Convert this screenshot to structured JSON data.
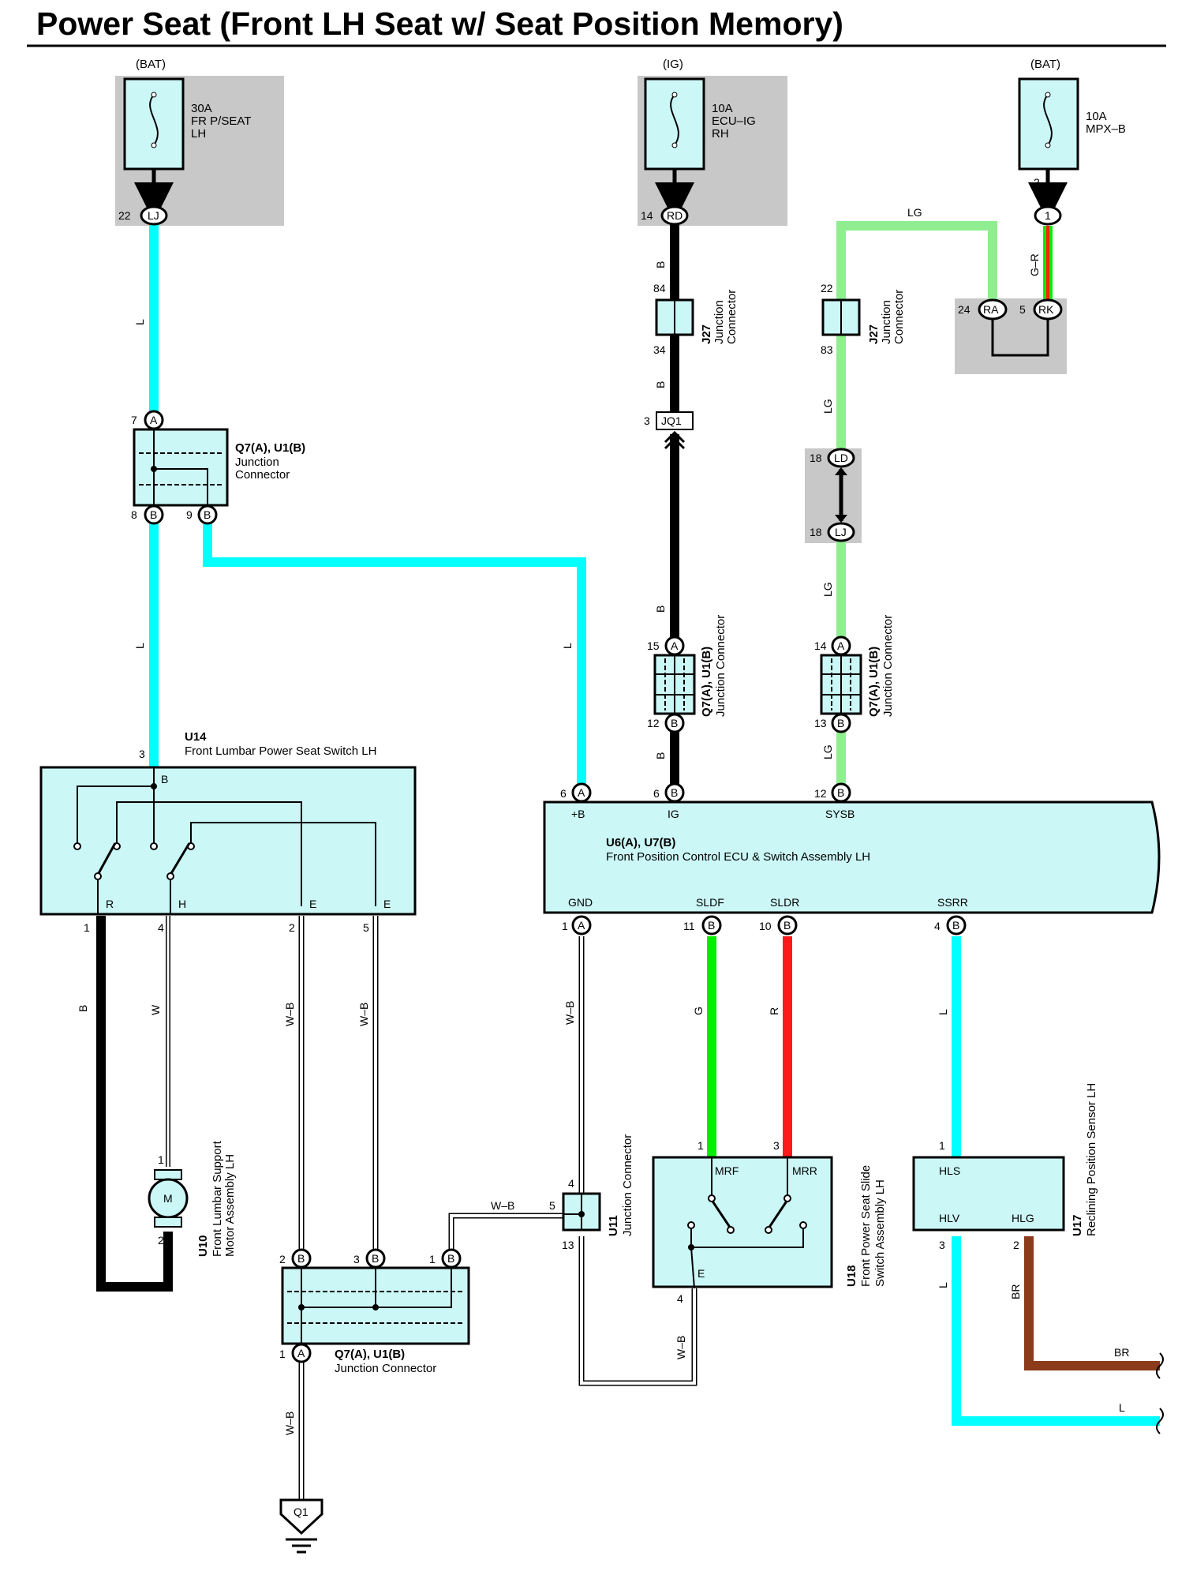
{
  "title": "Power Seat (Front LH Seat w/ Seat Position Memory)",
  "colors": {
    "L": "#00ffff",
    "B": "#000000",
    "LG": "#90ee90",
    "G": "#00ee00",
    "R": "#ff1a1a",
    "BR": "#8b3a1a",
    "GR_stripe": "#ff2200",
    "box_fill": "#ccf7f7",
    "fuse_bg": "#c8c8c8"
  },
  "fuses": [
    {
      "supply": "(BAT)",
      "rating": "30A",
      "name1": "FR P/SEAT",
      "name2": "LH",
      "pin": "22",
      "conn": "LJ"
    },
    {
      "supply": "(IG)",
      "rating": "10A",
      "name1": "ECU–IG",
      "name2": "RH",
      "pin": "14",
      "conn": "RD"
    },
    {
      "supply": "(BAT)",
      "rating": "10A",
      "name1": "MPX–B",
      "name2": "",
      "pin_top": "2",
      "conn": "1"
    }
  ],
  "wires": {
    "L": "L",
    "B": "B",
    "LG": "LG",
    "GR": "G–R",
    "W": "W",
    "WB": "W–B",
    "G": "G",
    "R": "R",
    "BR": "BR"
  },
  "jb_ra_rk": {
    "ra": "RA",
    "rk": "RK",
    "pin_ra": "24",
    "pin_rk": "5"
  },
  "j27": {
    "id": "J27",
    "desc1": "Junction",
    "desc2": "Connector",
    "pins_left": [
      "84",
      "34"
    ],
    "pins_right": [
      "22",
      "83"
    ]
  },
  "jq1": {
    "pin": "3",
    "label": "JQ1"
  },
  "ld_lj": {
    "ld": "LD",
    "lj": "LJ",
    "pin": "18"
  },
  "junction_top": {
    "name": "Q7(A), U1(B)",
    "desc1": "Junction",
    "desc2": "Connector",
    "pin_a": "7",
    "pin_b1": "8",
    "pin_b2": "9",
    "a": "A",
    "b": "B"
  },
  "junction_vert_1": {
    "name": "Q7(A), U1(B)",
    "desc": "Junction Connector",
    "pin_a": "15",
    "pin_b": "12"
  },
  "junction_vert_2": {
    "name": "Q7(A), U1(B)",
    "desc": "Junction Connector",
    "pin_a": "14",
    "pin_b": "13"
  },
  "junction_bottom": {
    "name": "Q7(A), U1(B)",
    "desc": "Junction Connector",
    "pins": [
      "2",
      "3",
      "1"
    ],
    "pin_a": "1"
  },
  "u14": {
    "id": "U14",
    "desc": "Front Lumbar Power Seat Switch LH",
    "pin_top": "3",
    "term_top": "B",
    "terms": [
      "R",
      "H",
      "E",
      "E"
    ],
    "pins": [
      "1",
      "4",
      "2",
      "5"
    ]
  },
  "u6": {
    "id": "U6(A), U7(B)",
    "desc": "Front Position Control ECU & Switch Assembly LH",
    "top": [
      {
        "pin": "6",
        "conn": "A",
        "name": "+B"
      },
      {
        "pin": "6",
        "conn": "B",
        "name": "IG"
      },
      {
        "pin": "12",
        "conn": "B",
        "name": "SYSB"
      }
    ],
    "bottom": [
      {
        "pin": "1",
        "conn": "A",
        "name": "GND"
      },
      {
        "pin": "11",
        "conn": "B",
        "name": "SLDF"
      },
      {
        "pin": "10",
        "conn": "B",
        "name": "SLDR"
      },
      {
        "pin": "4",
        "conn": "B",
        "name": "SSRR"
      }
    ]
  },
  "u10": {
    "id": "U10",
    "desc1": "Front Lumbar Support",
    "desc2": "Motor Assembly LH",
    "motor": "M",
    "pin1": "1",
    "pin2": "2"
  },
  "u11": {
    "id": "U11",
    "desc": "Junction Connector",
    "pins": [
      "4",
      "5",
      "13"
    ]
  },
  "u18": {
    "id": "U18",
    "desc1": "Front Power Seat Slide",
    "desc2": "Switch Assembly LH",
    "terms": [
      "MRF",
      "MRR",
      "E"
    ],
    "pins": [
      "1",
      "3",
      "4"
    ]
  },
  "u17": {
    "id": "U17",
    "desc": "Reclining Position Sensor LH",
    "terms": [
      "HLS",
      "HLV",
      "HLG"
    ],
    "pins": [
      "1",
      "3",
      "2"
    ]
  },
  "ground": {
    "label": "Q1"
  }
}
